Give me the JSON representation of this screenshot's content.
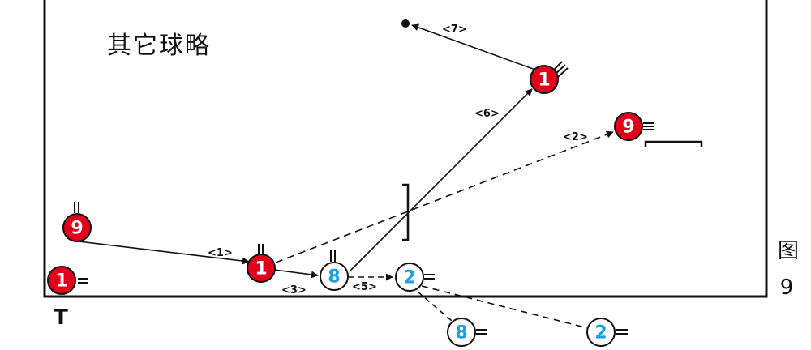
{
  "title": "其它球略",
  "figure": {
    "label": "图",
    "number": "9"
  },
  "start_marker": "T",
  "colors": {
    "red_ball": "#e3001b",
    "blue_ball": "#1ba0e2",
    "line": "#111111"
  },
  "balls": [
    {
      "id": "b1-start",
      "label": "1",
      "style": "red",
      "marks": 2
    },
    {
      "id": "b9-start",
      "label": "9",
      "style": "red",
      "marks": 2
    },
    {
      "id": "b1-mid",
      "label": "1",
      "style": "red",
      "marks": 2
    },
    {
      "id": "b8-start",
      "label": "8",
      "style": "blue",
      "marks": 2
    },
    {
      "id": "b2-start",
      "label": "2",
      "style": "blue",
      "marks": 2
    },
    {
      "id": "b1-top",
      "label": "1",
      "style": "red",
      "marks": 3
    },
    {
      "id": "b9-end",
      "label": "9",
      "style": "red",
      "marks": 3
    },
    {
      "id": "b8-end",
      "label": "8",
      "style": "blue",
      "marks": 2
    },
    {
      "id": "b2-end",
      "label": "2",
      "style": "blue",
      "marks": 2
    }
  ],
  "steps": [
    {
      "label": "<1>",
      "style": "solid"
    },
    {
      "label": "<2>",
      "style": "dashed"
    },
    {
      "label": "<3>",
      "style": "solid"
    },
    {
      "label": "<5>",
      "style": "dashed"
    },
    {
      "label": "<6>",
      "style": "solid"
    },
    {
      "label": "<7>",
      "style": "solid"
    }
  ]
}
